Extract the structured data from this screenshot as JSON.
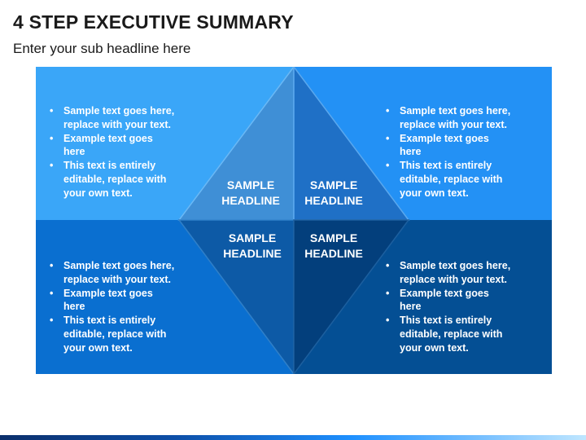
{
  "header": {
    "title": "4 STEP EXECUTIVE SUMMARY",
    "subtitle": "Enter your sub headline here"
  },
  "quadrants": [
    {
      "headline_line1": "SAMPLE",
      "headline_line2": "HEADLINE",
      "bullets": [
        "Sample text goes here, replace with your text.",
        "Example text goes here",
        "This text is entirely editable, replace with your own text."
      ]
    },
    {
      "headline_line1": "SAMPLE",
      "headline_line2": "HEADLINE",
      "bullets": [
        "Sample text goes here, replace with your text.",
        "Example text goes here",
        "This text is entirely editable, replace with your own text."
      ]
    },
    {
      "headline_line1": "SAMPLE",
      "headline_line2": "HEADLINE",
      "bullets": [
        "Sample text goes here, replace with your text.",
        "Example text goes here",
        "This text is entirely editable, replace with your own text."
      ]
    },
    {
      "headline_line1": "SAMPLE",
      "headline_line2": "HEADLINE",
      "bullets": [
        "Sample text goes here, replace with your text.",
        "Example text goes here",
        "This text is entirely editable, replace with your own text."
      ]
    }
  ],
  "colors": {
    "top_left": "#3aa6f8",
    "top_right": "#2391f5",
    "bottom_left": "#0a6fd0",
    "bottom_right": "#044f94",
    "diamond_top_left": "#3f8fd6",
    "diamond_top_right": "#1f70c6",
    "diamond_bottom_left": "#0d5aa6",
    "diamond_bottom_right": "#033f7c"
  }
}
